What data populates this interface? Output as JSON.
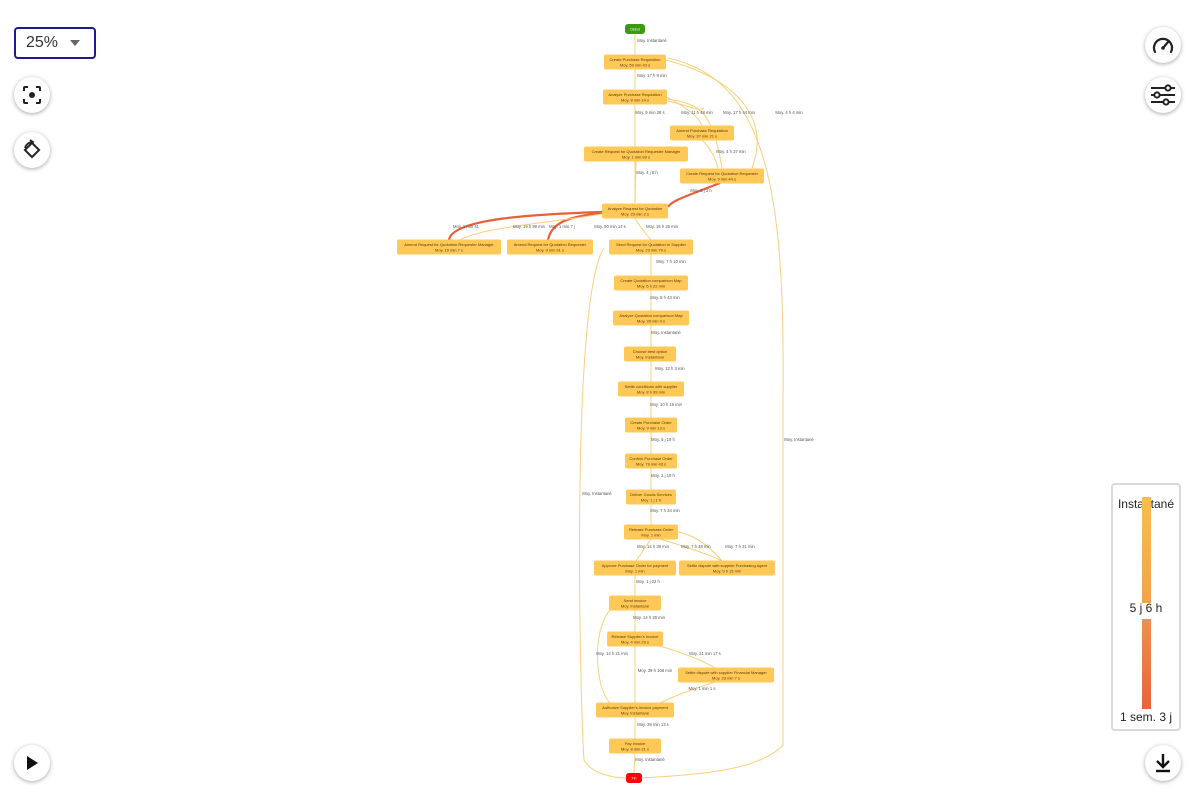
{
  "zoom": {
    "value": "25%"
  },
  "icons": {
    "zoom_chevron": "chevron-down-icon",
    "focus": "focus-icon",
    "rotate": "rotate-icon",
    "play": "play-icon",
    "speed": "speedometer-icon",
    "filters": "sliders-icon",
    "download": "download-icon"
  },
  "legend": {
    "top_label": "Instantané",
    "mid_label": "5 j 6 h",
    "bottom_label": "1 sem. 3 j"
  },
  "colors": {
    "node": "#ffc857",
    "start": "#3a9a12",
    "end": "#ff0000",
    "edge_light": "#f8d07a",
    "edge_strong": "#e8603a",
    "legend_top": "#f9be4c",
    "legend_bottom": "#e8633a"
  },
  "process_map": {
    "start_label": "Début",
    "end_label": "Fin",
    "nodes": [
      {
        "name": "Create Purchase Requisition",
        "stat": "Moy. 59 min 43 s"
      },
      {
        "name": "Analyze Purchase Requisition",
        "stat": "Moy. 8 min 14 s"
      },
      {
        "name": "Amend Purchase Requisition",
        "stat": "Moy. 37 min 21 s"
      },
      {
        "name": "Create Request for Quotation Requester Manager",
        "stat": "Moy. 1 min 99 s"
      },
      {
        "name": "Create Request for Quotation Requester",
        "stat": "Moy. 9 min 44 s"
      },
      {
        "name": "Analyze Request for Quotation",
        "stat": "Moy. 23 min 2 s"
      },
      {
        "name": "Amend Request for Quotation Requester Manager",
        "stat": "Moy. 19 min 7 s"
      },
      {
        "name": "Amend Request for Quotation Requester",
        "stat": "Moy. 9 min 91 s"
      },
      {
        "name": "Send Request for Quotation to Supplier",
        "stat": "Moy. 23 min 79 s"
      },
      {
        "name": "Create Quotation comparison Map",
        "stat": "Moy. 5 h 22 min"
      },
      {
        "name": "Analyze Quotation comparison Map",
        "stat": "Moy. 28 min 9 s"
      },
      {
        "name": "Choose best option",
        "stat": "Moy. Instantané"
      },
      {
        "name": "Settle conditions with supplier",
        "stat": "Moy. 8 h 99 min"
      },
      {
        "name": "Create Purchase Order",
        "stat": "Moy. 9 min 13 s"
      },
      {
        "name": "Confirm Purchase Order",
        "stat": "Moy. 79 min 43 s"
      },
      {
        "name": "Deliver Goods Services",
        "stat": "Moy. 1 j 1 h"
      },
      {
        "name": "Release Purchase Order",
        "stat": "Moy. 1 min"
      },
      {
        "name": "Approve Purchase Order for payment",
        "stat": "Moy. 1 min"
      },
      {
        "name": "Settle dispute with supplier Purchasing Agent",
        "stat": "Moy. 9 h 15 min"
      },
      {
        "name": "Send invoice",
        "stat": "Moy. Instantané"
      },
      {
        "name": "Release Supplier's Invoice",
        "stat": "Moy. 4 min 29 s"
      },
      {
        "name": "Settle dispute with supplier Financial Manager",
        "stat": "Moy. 23 min 7 s"
      },
      {
        "name": "Authorize Supplier's Invoice payment",
        "stat": "Moy. Instantané"
      },
      {
        "name": "Pay invoice",
        "stat": "Moy. 8 min 21 s"
      }
    ],
    "edge_labels": [
      "Moy. Instantané",
      "Moy. 17 h 9 min",
      "Moy. 9 min 28 s",
      "Moy. 11 h 48 min",
      "Moy. 17 h 44 min",
      "Moy. 4 h 4 min",
      "Moy. 4 h 37 min",
      "Moy. 4 j 8 h",
      "Moy. 6 j 3 h",
      "Moy. 1 min 41",
      "Moy. 19 h 99 min",
      "Moy. 1 min 7 j",
      "Moy. 90 min 14 s",
      "Moy. 16 h 25 min",
      "Moy. 7 h 10 min",
      "Moy. 8 h 43 min",
      "Moy. Instantané",
      "Moy. 12 h 3 min",
      "Moy. 10 h 19 min",
      "Moy. 5 j 19 h",
      "Moy. 2 j 19 h",
      "Moy. 7 h 34 min",
      "Moy. Instantané",
      "Moy. Instantané",
      "Moy. 14 h 39 min",
      "Moy. 7 h 48 min",
      "Moy. 7 h 31 min",
      "Moy. 1 j 22 h",
      "Moy. 14 h 28 min",
      "Moy. 14 h 21 min",
      "Moy. 21 min 17 s",
      "Moy. 39 h 108 min",
      "Moy. 1 min 1 s",
      "Moy. 39 min 13 s",
      "Moy. Instantané"
    ]
  }
}
